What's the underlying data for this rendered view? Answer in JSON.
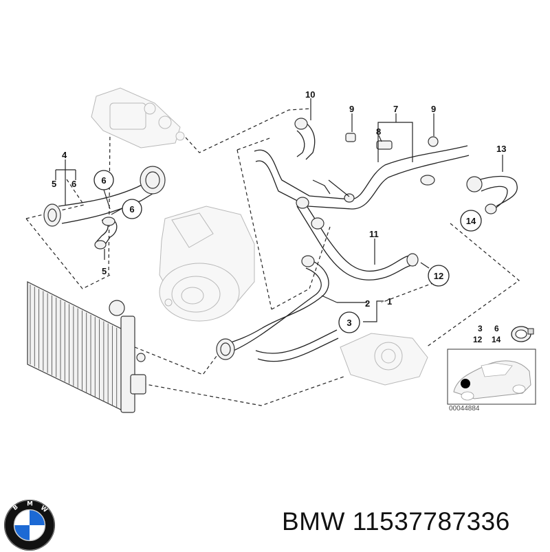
{
  "diagram": {
    "image_number": "00044884",
    "callouts": {
      "c1": "1",
      "c2": "2",
      "c3": "3",
      "c4": "4",
      "c5a": "5",
      "c5b": "5",
      "c6a": "6",
      "c6b": "6",
      "c6c": "6",
      "c7": "7",
      "c8": "8",
      "c9a": "9",
      "c9b": "9",
      "c10": "10",
      "c11": "11",
      "c12": "12",
      "c13": "13",
      "c14": "14"
    },
    "legend": {
      "l3": "3",
      "l6": "6",
      "l12": "12",
      "l14": "14"
    }
  },
  "footer": {
    "brand": "BMW",
    "part_number": "11537787336",
    "logo_letters": [
      "B",
      "M",
      "W"
    ],
    "brand_colors": {
      "blue": "#1c69d4",
      "white": "#ffffff",
      "ring": "#111111"
    }
  }
}
